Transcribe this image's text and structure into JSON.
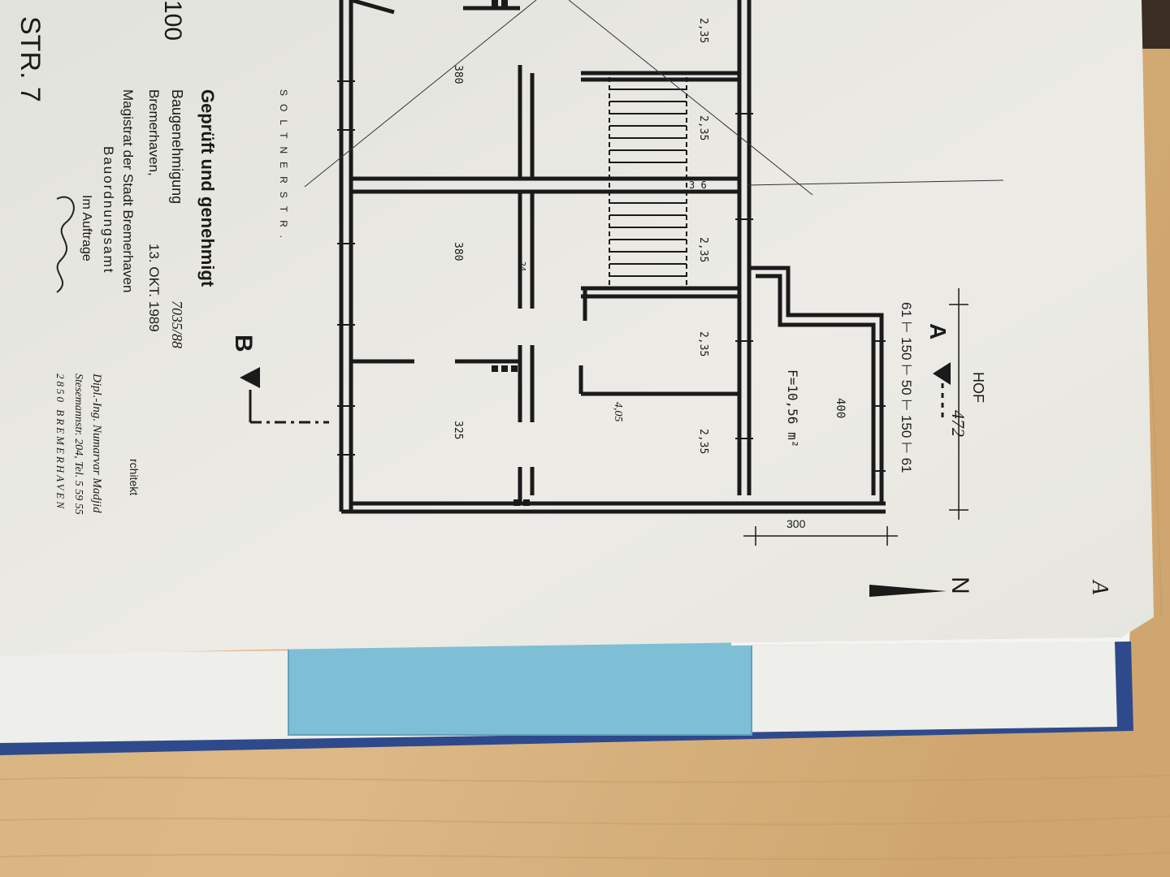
{
  "stamp": {
    "title": "Geprüft und genehmigt",
    "permit_label": "Baugenehmigung",
    "permit_value": "7035/88",
    "city_date_label": "Bremerhaven,",
    "date": "13. OKT. 1989",
    "authority_line1": "Magistrat der Stadt Bremerhaven",
    "authority_line2": "Bauordnungsamt",
    "on_behalf": "Im Auftrage"
  },
  "architect": {
    "name": "Dipl.-Ing. Numarvar Madjid",
    "address": "Stesemannstr. 204, Tel. 5 59 55",
    "city": "2850 BREMERHAVEN",
    "trade": "rchitekt"
  },
  "margin": {
    "street": "STR. 7",
    "number": "100",
    "street_side": "SOLTNERSTR."
  },
  "plan": {
    "courtyard": "HOF",
    "section_a": "A",
    "section_b": "B",
    "north": "N",
    "page_mark": "A",
    "area": "F=10,56 m²",
    "dims": {
      "total_width": "472",
      "window_chain": "61 ⊢ 150 ⊢ 50 ⊢ 150 ⊢ 61",
      "balcony_depth": "400",
      "offset": "300",
      "room_front_1": "380",
      "room_front_2": "380",
      "room_front_3": "325",
      "room_back_1": "2,35",
      "room_back_2": "2,35",
      "room_back_3": "2,35",
      "room_back_4": "2,35",
      "room_back_5": "2,35",
      "stair_gap": "3 6",
      "small_wall": "24",
      "annotation": "4,05"
    }
  },
  "colors": {
    "desk": "#d9b684",
    "paper": "#ecebe6",
    "binder": "#2e4a8c",
    "tab": "#7fbfd6",
    "ink": "#1a1a1a"
  }
}
